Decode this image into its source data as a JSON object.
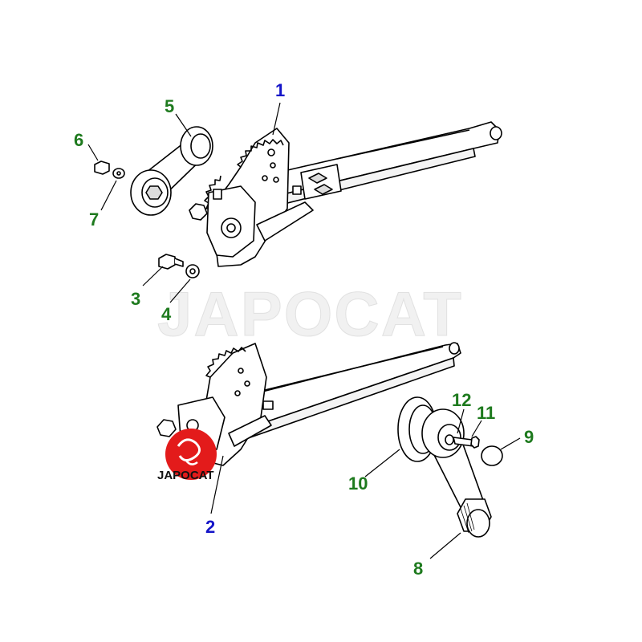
{
  "watermark": "JAPOCAT",
  "logo": {
    "text": "JAPOCAT",
    "color": "#e31b1b"
  },
  "colors": {
    "ref_blue": "#1414c8",
    "ref_green": "#1e7a1e",
    "line": "#000000"
  },
  "callouts": [
    {
      "id": "1",
      "label": "1",
      "color": "blue"
    },
    {
      "id": "2",
      "label": "2",
      "color": "blue"
    },
    {
      "id": "3",
      "label": "3",
      "color": "green"
    },
    {
      "id": "4",
      "label": "4",
      "color": "green"
    },
    {
      "id": "5",
      "label": "5",
      "color": "green"
    },
    {
      "id": "6",
      "label": "6",
      "color": "green"
    },
    {
      "id": "7",
      "label": "7",
      "color": "green"
    },
    {
      "id": "8",
      "label": "8",
      "color": "green"
    },
    {
      "id": "9",
      "label": "9",
      "color": "green"
    },
    {
      "id": "10",
      "label": "10",
      "color": "green"
    },
    {
      "id": "11",
      "label": "11",
      "color": "green"
    },
    {
      "id": "12",
      "label": "12",
      "color": "green"
    }
  ]
}
